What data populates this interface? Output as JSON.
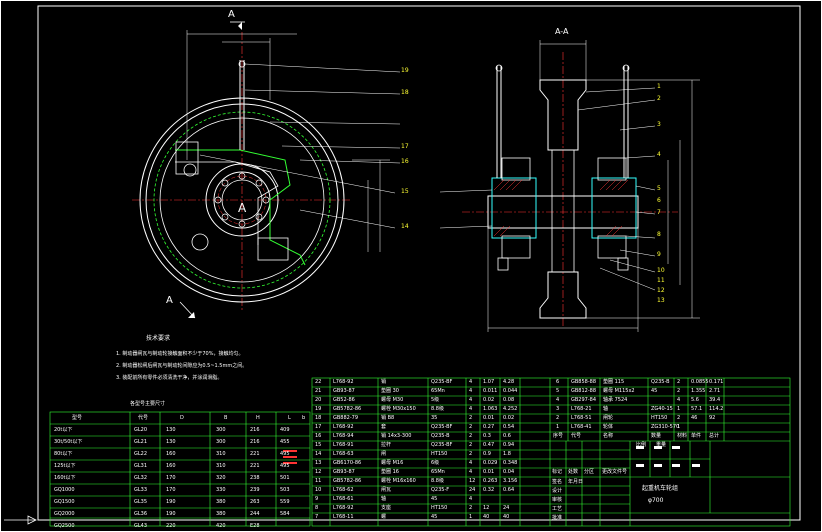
{
  "section_marks": {
    "left_top": "A",
    "left_bottom": "A",
    "center": "A",
    "section_title": "A-A"
  },
  "left_view": {
    "balloons": [
      "19",
      "18",
      "17",
      "16",
      "15",
      "14"
    ]
  },
  "right_view": {
    "balloons_right": [
      "1",
      "2",
      "3",
      "4",
      "5",
      "6",
      "7",
      "8",
      "9",
      "10",
      "11",
      "12",
      "13"
    ]
  },
  "notes": {
    "title": "技术要求",
    "lines": [
      "1. 制动器闸瓦与制动轮接触面积不少于70%，接触均匀。",
      "2. 制动器松闸后闸瓦与制动轮间隙应为0.5~1.5mm之间。",
      "3. 装配前所有零件必须清洗干净，并涂润滑脂。"
    ]
  },
  "spec_table": {
    "title": "各型号主要尺寸",
    "headers": [
      "型号",
      "代号",
      "D",
      "B",
      "H",
      "L",
      "b"
    ],
    "rows": [
      [
        "20t以下",
        "GL20",
        "130",
        "300",
        "216",
        "409"
      ],
      [
        "30t/50t以下",
        "GL21",
        "130",
        "300",
        "216",
        "455"
      ],
      [
        "80t以下",
        "GL22",
        "160",
        "310",
        "221",
        "495"
      ],
      [
        "125t以下",
        "GL31",
        "160",
        "310",
        "221",
        "495"
      ],
      [
        "160t以下",
        "GL32",
        "170",
        "320",
        "238",
        "501"
      ],
      [
        "GQ1000",
        "GL33",
        "170",
        "330",
        "239",
        "503"
      ],
      [
        "GQ1500",
        "GL35",
        "190",
        "380",
        "263",
        "559"
      ],
      [
        "GQ2000",
        "GL36",
        "190",
        "380",
        "244",
        "584"
      ],
      [
        "GQ2500",
        "GL43",
        "220",
        "420",
        "E28",
        ""
      ]
    ]
  },
  "bom_left": {
    "rows": [
      [
        "22",
        "L768-92",
        "销",
        "Q235-BF",
        "4",
        "1.07",
        "4.28"
      ],
      [
        "21",
        "GB93-87",
        "垫圈 30",
        "65Mn",
        "4",
        "0.011",
        "0.044"
      ],
      [
        "20",
        "GB52-86",
        "螺母 M30",
        "5级",
        "4",
        "0.02",
        "0.08"
      ],
      [
        "19",
        "GB5782-86",
        "螺栓 M30x150",
        "8.8级",
        "4",
        "1.063",
        "4.252"
      ],
      [
        "18",
        "GB882-79",
        "销 B8",
        "35",
        "2",
        "0.01",
        "0.02"
      ],
      [
        "17",
        "L768-92",
        "套",
        "Q235-BF",
        "2",
        "0.27",
        "0.54"
      ],
      [
        "16",
        "L768-94",
        "销 14x3-300",
        "Q235-B",
        "2",
        "0.3",
        "0.6"
      ],
      [
        "15",
        "L768-91",
        "拉杆",
        "Q235-BF",
        "2",
        "0.47",
        "0.94"
      ],
      [
        "14",
        "L768-63",
        "闸",
        "HT150",
        "2",
        "0.9",
        "1.8"
      ],
      [
        "13",
        "GB6170-86",
        "螺母 M16",
        "6级",
        "4",
        "0.029",
        "0.348"
      ],
      [
        "12",
        "GB93-87",
        "垫圈 16",
        "65Mn",
        "4",
        "0.01",
        "0.04"
      ],
      [
        "11",
        "GB5782-86",
        "螺栓 M16x160",
        "8.8级",
        "12",
        "0.263",
        "3.156"
      ],
      [
        "10",
        "L768-62",
        "闸瓦",
        "Q235-F",
        "24",
        "0.32",
        "0.64"
      ],
      [
        "9",
        "L768-61",
        "轴",
        "45",
        "4",
        "",
        ""
      ],
      [
        "8",
        "L768-92",
        "支座",
        "HT150",
        "2",
        "12",
        "24"
      ],
      [
        "7",
        "L768-11",
        "螺",
        "45",
        "1",
        "40",
        "40"
      ]
    ]
  },
  "bom_right": {
    "rows": [
      [
        "6",
        "GB858-88",
        "垫圈 115",
        "Q235-B",
        "2",
        "0.0855",
        "0.171"
      ],
      [
        "5",
        "GB812-88",
        "螺母 M115x2",
        "45",
        "2",
        "1.355",
        "2.71"
      ],
      [
        "4",
        "GB297-84",
        "轴承 7524",
        "",
        "4",
        "5.6",
        "39.4"
      ],
      [
        "3",
        "L768-21",
        "轴",
        "ZG40-15",
        "1",
        "57.1",
        "114.2"
      ],
      [
        "2",
        "L768-51",
        "闸轮",
        "HT150",
        "2",
        "46",
        "92"
      ],
      [
        "1",
        "L768-41",
        "轮体",
        "ZG310-570",
        "1",
        "",
        ""
      ]
    ],
    "col_headers": [
      "序号",
      "代号",
      "名称",
      "数量",
      "材料",
      "单件",
      "总计"
    ]
  },
  "title_block": {
    "drawing_title": "起重机车轮组",
    "drawing_code": "φ700",
    "labels": [
      "标记",
      "处数",
      "分区",
      "更改文件号",
      "签名",
      "年月日",
      "设计",
      "审核",
      "工艺",
      "批准"
    ],
    "scale": "比例",
    "weight": "重量"
  }
}
